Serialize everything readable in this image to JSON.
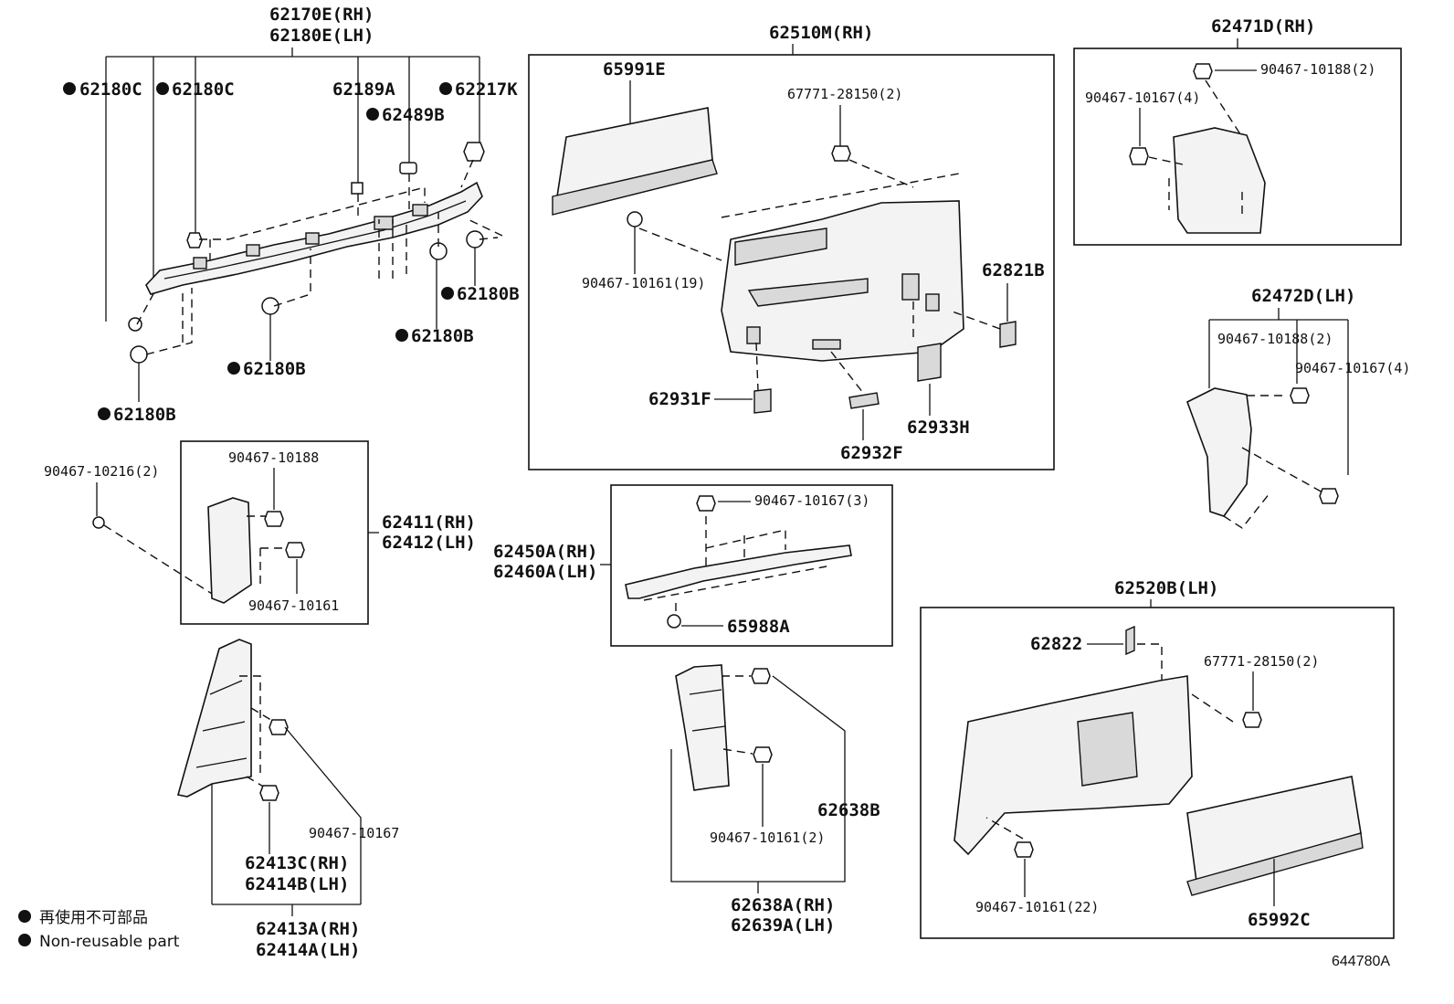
{
  "diagram_id": "644780A",
  "legend": {
    "bullet": "●",
    "line1": "再使用不可部品",
    "line2": "Non-reusable part"
  },
  "labels": {
    "l62170e": "62170E(RH)",
    "l62180e": "62180E(LH)",
    "l62180c_1": "62180C",
    "l62180c_2": "62180C",
    "l62189a": "62189A",
    "l62217k": "62217K",
    "l62489b": "62489B",
    "l62180b_1": "62180B",
    "l62180b_2": "62180B",
    "l62180b_3": "62180B",
    "l62180b_4": "62180B",
    "l62510m": "62510M(RH)",
    "l65991e": "65991E",
    "l67771_a": "67771-28150(2)",
    "l90467_19": "90467-10161(19)",
    "l62821b": "62821B",
    "l62931f": "62931F",
    "l62933h": "62933H",
    "l62932f": "62932F",
    "l62471d": "62471D(RH)",
    "l90467_10188_2a": "90467-10188(2)",
    "l90467_10167_4a": "90467-10167(4)",
    "l62472d": "62472D(LH)",
    "l90467_10188_2b": "90467-10188(2)",
    "l90467_10167_4b": "90467-10167(4)",
    "l90467_10216": "90467-10216(2)",
    "l90467_10188": "90467-10188",
    "l90467_10161": "90467-10161",
    "l62411": "62411(RH)",
    "l62412": "62412(LH)",
    "l90467_10167_3": "90467-10167(3)",
    "l62450a": "62450A(RH)",
    "l62460a": "62460A(LH)",
    "l65988a": "65988A",
    "l62520b": "62520B(LH)",
    "l62822": "62822",
    "l67771_b": "67771-28150(2)",
    "l90467_22": "90467-10161(22)",
    "l65992c": "65992C",
    "l90467_10167": "90467-10167",
    "l62413c": "62413C(RH)",
    "l62414b": "62414B(LH)",
    "l62413a": "62413A(RH)",
    "l62414a": "62414A(LH)",
    "l62638b": "62638B",
    "l90467_10161_2": "90467-10161(2)",
    "l62638a": "62638A(RH)",
    "l62639a": "62639A(LH)"
  }
}
